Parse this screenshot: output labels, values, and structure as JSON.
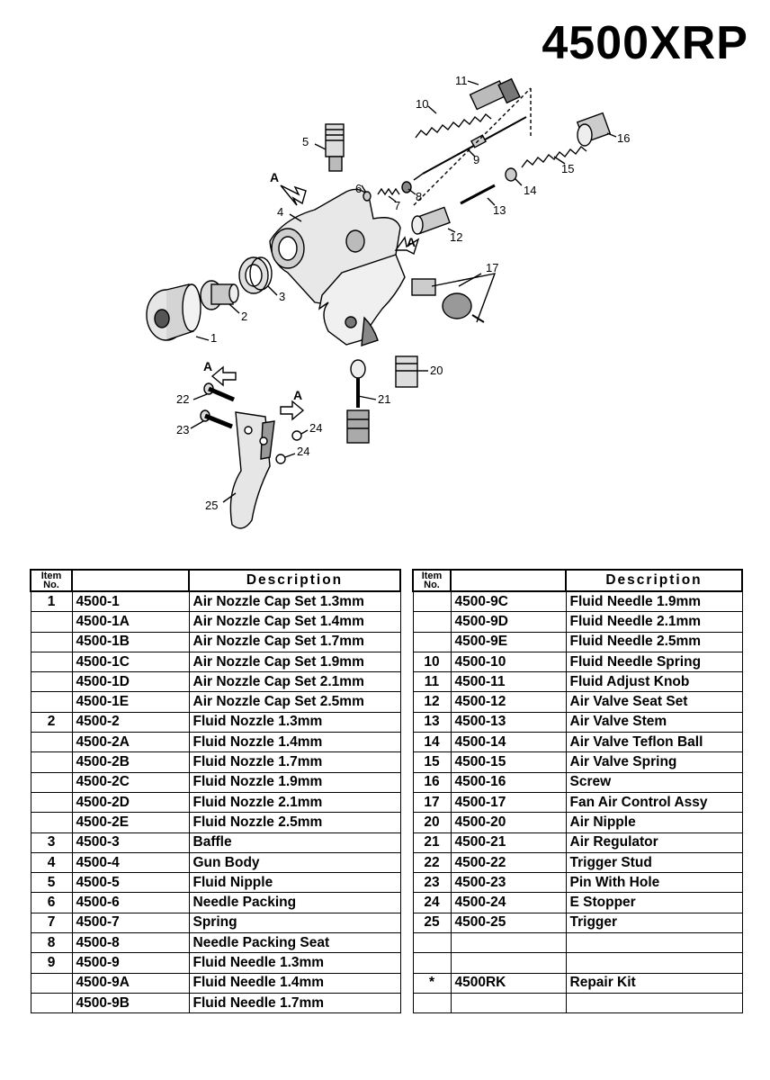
{
  "model": "4500XRP",
  "diagram": {
    "callouts": [
      "1",
      "2",
      "3",
      "4",
      "5",
      "6",
      "7",
      "8",
      "9",
      "10",
      "11",
      "12",
      "13",
      "14",
      "15",
      "16",
      "17",
      "20",
      "21",
      "22",
      "23",
      "24",
      "24",
      "25"
    ],
    "arrow_label": "A"
  },
  "tables": {
    "header": {
      "item": "Item No.",
      "item_line1": "Item",
      "item_line2": "No.",
      "part": "",
      "description": "Description"
    },
    "left_rows": [
      {
        "item": "1",
        "part": "4500-1",
        "desc": "Air Nozzle Cap Set 1.3mm"
      },
      {
        "item": "",
        "part": "4500-1A",
        "desc": "Air Nozzle Cap Set 1.4mm"
      },
      {
        "item": "",
        "part": "4500-1B",
        "desc": "Air Nozzle Cap Set 1.7mm"
      },
      {
        "item": "",
        "part": "4500-1C",
        "desc": "Air Nozzle Cap Set 1.9mm"
      },
      {
        "item": "",
        "part": "4500-1D",
        "desc": "Air Nozzle Cap Set 2.1mm"
      },
      {
        "item": "",
        "part": "4500-1E",
        "desc": "Air Nozzle Cap Set 2.5mm"
      },
      {
        "item": "2",
        "part": "4500-2",
        "desc": "Fluid Nozzle 1.3mm"
      },
      {
        "item": "",
        "part": "4500-2A",
        "desc": "Fluid Nozzle 1.4mm"
      },
      {
        "item": "",
        "part": "4500-2B",
        "desc": "Fluid Nozzle 1.7mm"
      },
      {
        "item": "",
        "part": "4500-2C",
        "desc": "Fluid Nozzle 1.9mm"
      },
      {
        "item": "",
        "part": "4500-2D",
        "desc": "Fluid Nozzle 2.1mm"
      },
      {
        "item": "",
        "part": "4500-2E",
        "desc": "Fluid Nozzle 2.5mm"
      },
      {
        "item": "3",
        "part": "4500-3",
        "desc": "Baffle"
      },
      {
        "item": "4",
        "part": "4500-4",
        "desc": "Gun Body"
      },
      {
        "item": "5",
        "part": "4500-5",
        "desc": "Fluid Nipple"
      },
      {
        "item": "6",
        "part": "4500-6",
        "desc": "Needle Packing"
      },
      {
        "item": "7",
        "part": "4500-7",
        "desc": "Spring"
      },
      {
        "item": "8",
        "part": "4500-8",
        "desc": "Needle Packing Seat"
      },
      {
        "item": "9",
        "part": "4500-9",
        "desc": "Fluid Needle 1.3mm"
      },
      {
        "item": "",
        "part": "4500-9A",
        "desc": "Fluid Needle 1.4mm"
      },
      {
        "item": "",
        "part": "4500-9B",
        "desc": "Fluid Needle 1.7mm"
      }
    ],
    "right_rows": [
      {
        "item": "",
        "part": "4500-9C",
        "desc": "Fluid Needle 1.9mm"
      },
      {
        "item": "",
        "part": "4500-9D",
        "desc": "Fluid Needle 2.1mm"
      },
      {
        "item": "",
        "part": "4500-9E",
        "desc": "Fluid Needle 2.5mm"
      },
      {
        "item": "10",
        "part": "4500-10",
        "desc": "Fluid Needle Spring"
      },
      {
        "item": "11",
        "part": "4500-11",
        "desc": "Fluid Adjust Knob"
      },
      {
        "item": "12",
        "part": "4500-12",
        "desc": "Air Valve Seat Set"
      },
      {
        "item": "13",
        "part": "4500-13",
        "desc": "Air Valve Stem"
      },
      {
        "item": "14",
        "part": "4500-14",
        "desc": "Air Valve Teflon Ball"
      },
      {
        "item": "15",
        "part": "4500-15",
        "desc": "Air Valve Spring"
      },
      {
        "item": "16",
        "part": "4500-16",
        "desc": "Screw"
      },
      {
        "item": "17",
        "part": "4500-17",
        "desc": "Fan Air Control Assy"
      },
      {
        "item": "20",
        "part": "4500-20",
        "desc": "Air Nipple"
      },
      {
        "item": "21",
        "part": "4500-21",
        "desc": "Air Regulator"
      },
      {
        "item": "22",
        "part": "4500-22",
        "desc": "Trigger Stud"
      },
      {
        "item": "23",
        "part": "4500-23",
        "desc": "Pin With Hole"
      },
      {
        "item": "24",
        "part": "4500-24",
        "desc": "E Stopper"
      },
      {
        "item": "25",
        "part": "4500-25",
        "desc": "Trigger"
      },
      {
        "item": "",
        "part": "",
        "desc": ""
      },
      {
        "item": "",
        "part": "",
        "desc": ""
      },
      {
        "item": "*",
        "part": "4500RK",
        "desc": "Repair Kit"
      },
      {
        "item": "",
        "part": "",
        "desc": ""
      }
    ]
  }
}
